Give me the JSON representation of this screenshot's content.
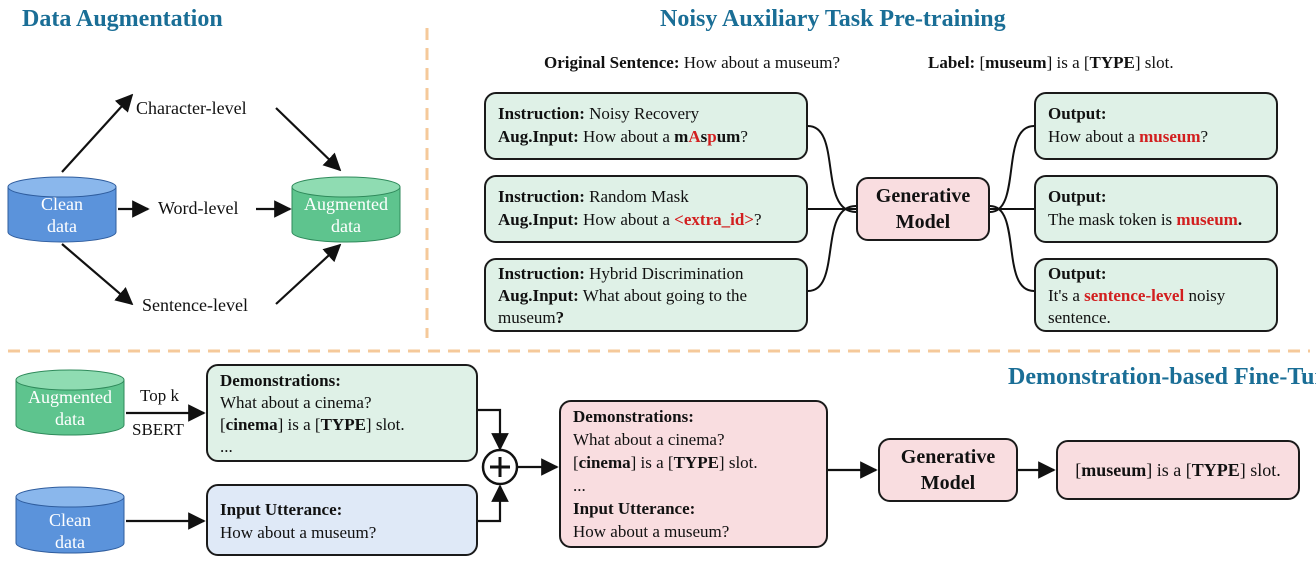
{
  "titles": {
    "data_augmentation": "Data Augmentation",
    "noisy_pretraining": "Noisy Auxiliary Task Pre-training",
    "demo_finetuning": "Demonstration-based Fine-Tuning"
  },
  "augmentation": {
    "clean_line1": "Clean",
    "clean_line2": "data",
    "augmented_line1": "Augmented",
    "augmented_line2": "data",
    "char_level": "Character-level",
    "word_level": "Word-level",
    "sentence_level": "Sentence-level"
  },
  "pretraining": {
    "original_label": "Original Sentence:",
    "original_value": "How about a museum?",
    "label_label": "Label:",
    "label_open": "[",
    "label_word": "museum",
    "label_mid": "] is a [",
    "label_type": "TYPE",
    "label_close": "] slot.",
    "instruction_label": "Instruction:",
    "aug_input_label": "Aug.Input:",
    "output_label": "Output:",
    "task1": {
      "instruction": "Noisy Recovery",
      "input_prefix": "How about a ",
      "noisy_1": "m",
      "noisy_2": "A",
      "noisy_3": "s",
      "noisy_4": "p",
      "noisy_5": "um",
      "input_suffix": "?"
    },
    "task2": {
      "instruction": "Random Mask",
      "input_prefix": "How about a ",
      "mask_token": "<extra_id>",
      "input_suffix": "?"
    },
    "task3": {
      "instruction": "Hybrid Discrimination",
      "input_text": "What about going to the museum",
      "input_suffix": "?"
    },
    "output1": {
      "prefix": "How about a ",
      "word": "museum",
      "suffix": "?"
    },
    "output2": {
      "prefix": "The mask token is ",
      "word": "museum",
      "suffix": "."
    },
    "output3": {
      "prefix": "It's a ",
      "word": "sentence-level",
      "suffix": " noisy sentence."
    },
    "model_line1": "Generative",
    "model_line2": "Model"
  },
  "finetuning": {
    "augmented_line1": "Augmented",
    "augmented_line2": "data",
    "clean_line1": "Clean",
    "clean_line2": "data",
    "topk": "Top k",
    "sbert": "SBERT",
    "demonstrations_label": "Demonstrations:",
    "demo_sentence": "What about a cinema?",
    "demo_open": "[",
    "demo_word": "cinema",
    "demo_mid": "] is a [",
    "demo_type": "TYPE",
    "demo_close": "] slot.",
    "ellipsis": "...",
    "input_utterance_label": "Input Utterance:",
    "input_utterance": "How about a museum?",
    "model_line1": "Generative",
    "model_line2": "Model",
    "result_open": "[",
    "result_word": "museum",
    "result_mid": "] is a [",
    "result_type": "TYPE",
    "result_close": "] slot."
  },
  "colors": {
    "title": "#1a6e96",
    "highlight": "#d21f1f",
    "green_box": "#dff1e7",
    "pink_box": "#f9dde0",
    "blue_box": "#dfe9f7",
    "clean_cylinder": "#5b93db",
    "augmented_cylinder": "#5ec48e",
    "divider": "#f5c99a"
  }
}
